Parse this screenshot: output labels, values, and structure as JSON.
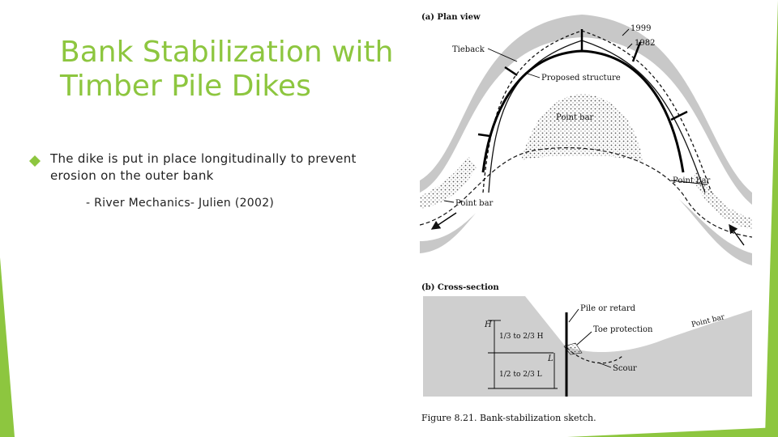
{
  "slide": {
    "title_line1": "Bank Stabilization with",
    "title_line2": "Timber Pile Dikes",
    "bullet_text": "The dike is put in place longitudinally to prevent erosion on the outer bank",
    "citation": "- River Mechanics- Julien (2002)",
    "accent_color": "#8dc63f",
    "bullet_icon": "diamond-bullet-icon"
  },
  "figure": {
    "plan_view_label": "(a) Plan view",
    "year_1999": "1999",
    "year_1982": "1982",
    "tieback_label": "Tieback",
    "proposed_structure_label": "Proposed structure",
    "point_bar_top": "Point bar",
    "point_bar_left": "Point bar",
    "point_bar_right": "Point bar",
    "cross_section_label": "(b) Cross-section",
    "pile_label": "Pile or retard",
    "toe_label": "Toe protection",
    "point_bar_cs": "Point bar",
    "scour_label": "Scour",
    "h_label": "H",
    "h_ratio": "1/3 to 2/3 H",
    "l_label": "L",
    "l_ratio": "1/2 to 2/3 L",
    "caption": "Figure 8.21.  Bank-stabilization sketch."
  }
}
